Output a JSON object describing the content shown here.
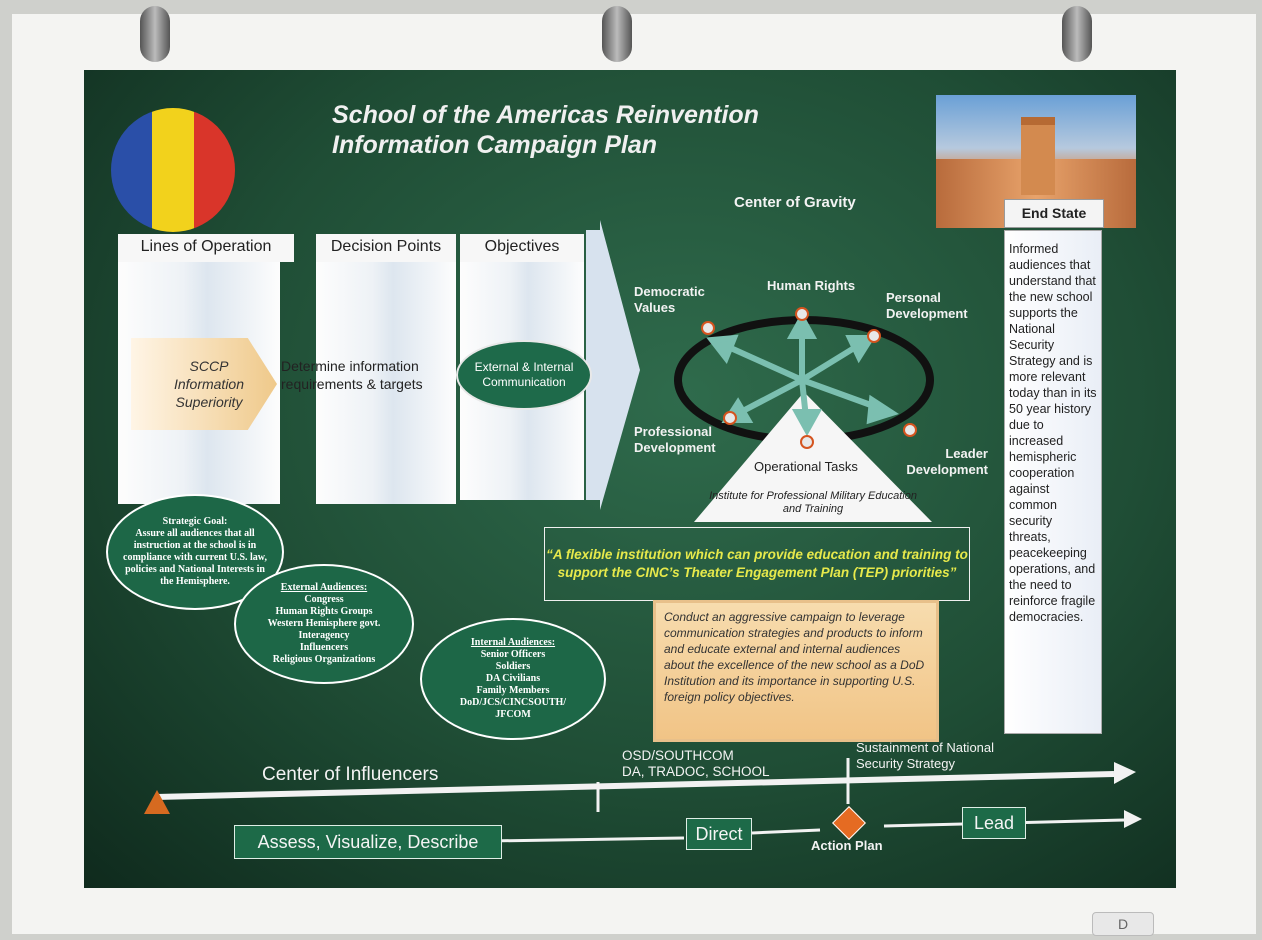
{
  "title": {
    "line1": "School of the Americas Reinvention",
    "line2": "Information Campaign Plan"
  },
  "center_of_gravity": "Center of Gravity",
  "end_state": {
    "label": "End State",
    "text": "Informed audiences that understand that the new school supports the National Security Strategy and is more relevant today than in its 50 year history due to increased hemispheric cooperation against common security threats, peacekeeping operations, and the need to reinforce fragile democracies."
  },
  "columns": {
    "lines_of_operation": "Lines of Operation",
    "decision_points": "Decision Points",
    "objectives": "Objectives"
  },
  "sccp": {
    "line1": "SCCP",
    "line2": "Information",
    "line3": "Superiority"
  },
  "determine_info": "Determine information requirements & targets",
  "external_internal": "External & Internal Communication",
  "gravity_labels": {
    "democratic": "Democratic Values",
    "human_rights": "Human Rights",
    "personal": "Personal Development",
    "professional": "Professional Development",
    "leader": "Leader Development",
    "operational_tasks": "Operational Tasks",
    "institute": "Institute for Professional Military Education and Training"
  },
  "strategic_goal": {
    "heading": "Strategic Goal:",
    "text": "Assure all audiences that all instruction at the school is in compliance with current U.S. law, policies and National Interests in the Hemisphere."
  },
  "external_audiences": {
    "heading": "External Audiences:",
    "items": [
      "Congress",
      "Human Rights Groups",
      "Western Hemisphere govt.",
      "Interagency",
      "Influencers",
      "Religious Organizations"
    ]
  },
  "internal_audiences": {
    "heading": "Internal Audiences:",
    "items": [
      "Senior Officers",
      "Soldiers",
      "DA Civilians",
      "Family Members",
      "DoD/JCS/CINCSOUTH/",
      "JFCOM"
    ]
  },
  "quote": "“A flexible institution which can provide education and training to support the CINC’s Theater Engagement Plan (TEP) priorities”",
  "conduct": "Conduct an aggressive campaign to leverage communication strategies and products to inform and educate external and internal audiences about the excellence of the new school as a DoD Institution and its importance in supporting U.S. foreign policy objectives.",
  "timeline": {
    "center_of_influencers": "Center of Influencers",
    "osd_line1": "OSD/SOUTHCOM",
    "osd_line2": "DA, TRADOC, SCHOOL",
    "sust_line1": "Sustainment of National",
    "sust_line2": "Security Strategy",
    "assess": "Assess, Visualize, Describe",
    "direct": "Direct",
    "lead": "Lead",
    "action_plan": "Action Plan"
  },
  "tab_label": "D",
  "colors": {
    "slide_green": "#1f4d35",
    "accent_orange": "#e56b22",
    "quote_yellow": "#e7e94b",
    "logo_blue": "#2a4fa8",
    "logo_yellow": "#f2d21c",
    "logo_red": "#d9352a"
  }
}
